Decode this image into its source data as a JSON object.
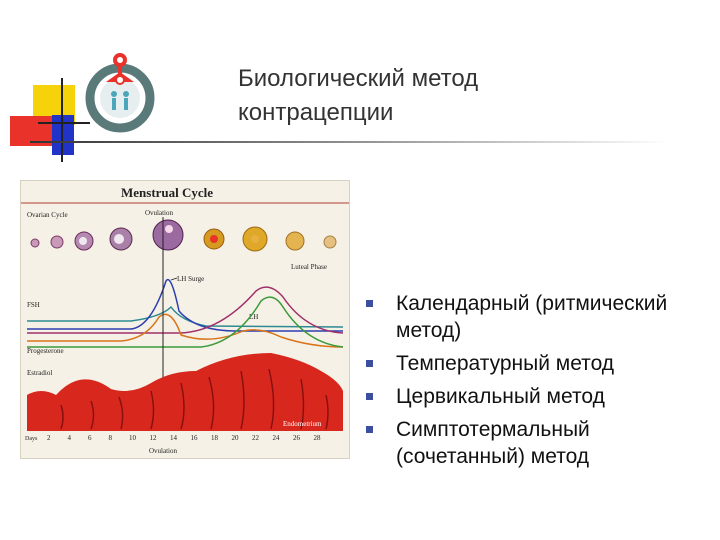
{
  "slide": {
    "title_lines": [
      "Биологический метод",
      "контрацепции"
    ],
    "accent_colors": {
      "yellow": "#f5d20a",
      "red": "#e8322a",
      "blue": "#2233c8"
    }
  },
  "figure": {
    "title": "Menstrual Cycle",
    "labels": {
      "ovarian_cycle": "Ovarian Cycle",
      "ovulation_top": "Ovulation",
      "lh_surge": "LH Surge",
      "luteal_phase": "Luteal Phase",
      "fsh": "FSH",
      "lh": "LH",
      "progesterone": "Progesterone",
      "estradiol": "Estradiol",
      "endometrium": "Endometrium",
      "days": "Days",
      "ovulation_bottom": "Ovulation"
    },
    "day_ticks": [
      "2",
      "4",
      "6",
      "8",
      "10",
      "12",
      "14",
      "16",
      "18",
      "20",
      "22",
      "24",
      "26",
      "28"
    ],
    "series_colors": {
      "fsh": "#2d8a92",
      "lh": "#2c3fb0",
      "progesterone": "#3a9a3a",
      "estradiol": "#d8741a",
      "temperature": "#a0306a"
    }
  },
  "bullets": [
    "Календарный (ритмический метод)",
    "Температурный метод",
    "Цервикальный метод",
    "Симптотермальный (сочетанный) метод"
  ]
}
